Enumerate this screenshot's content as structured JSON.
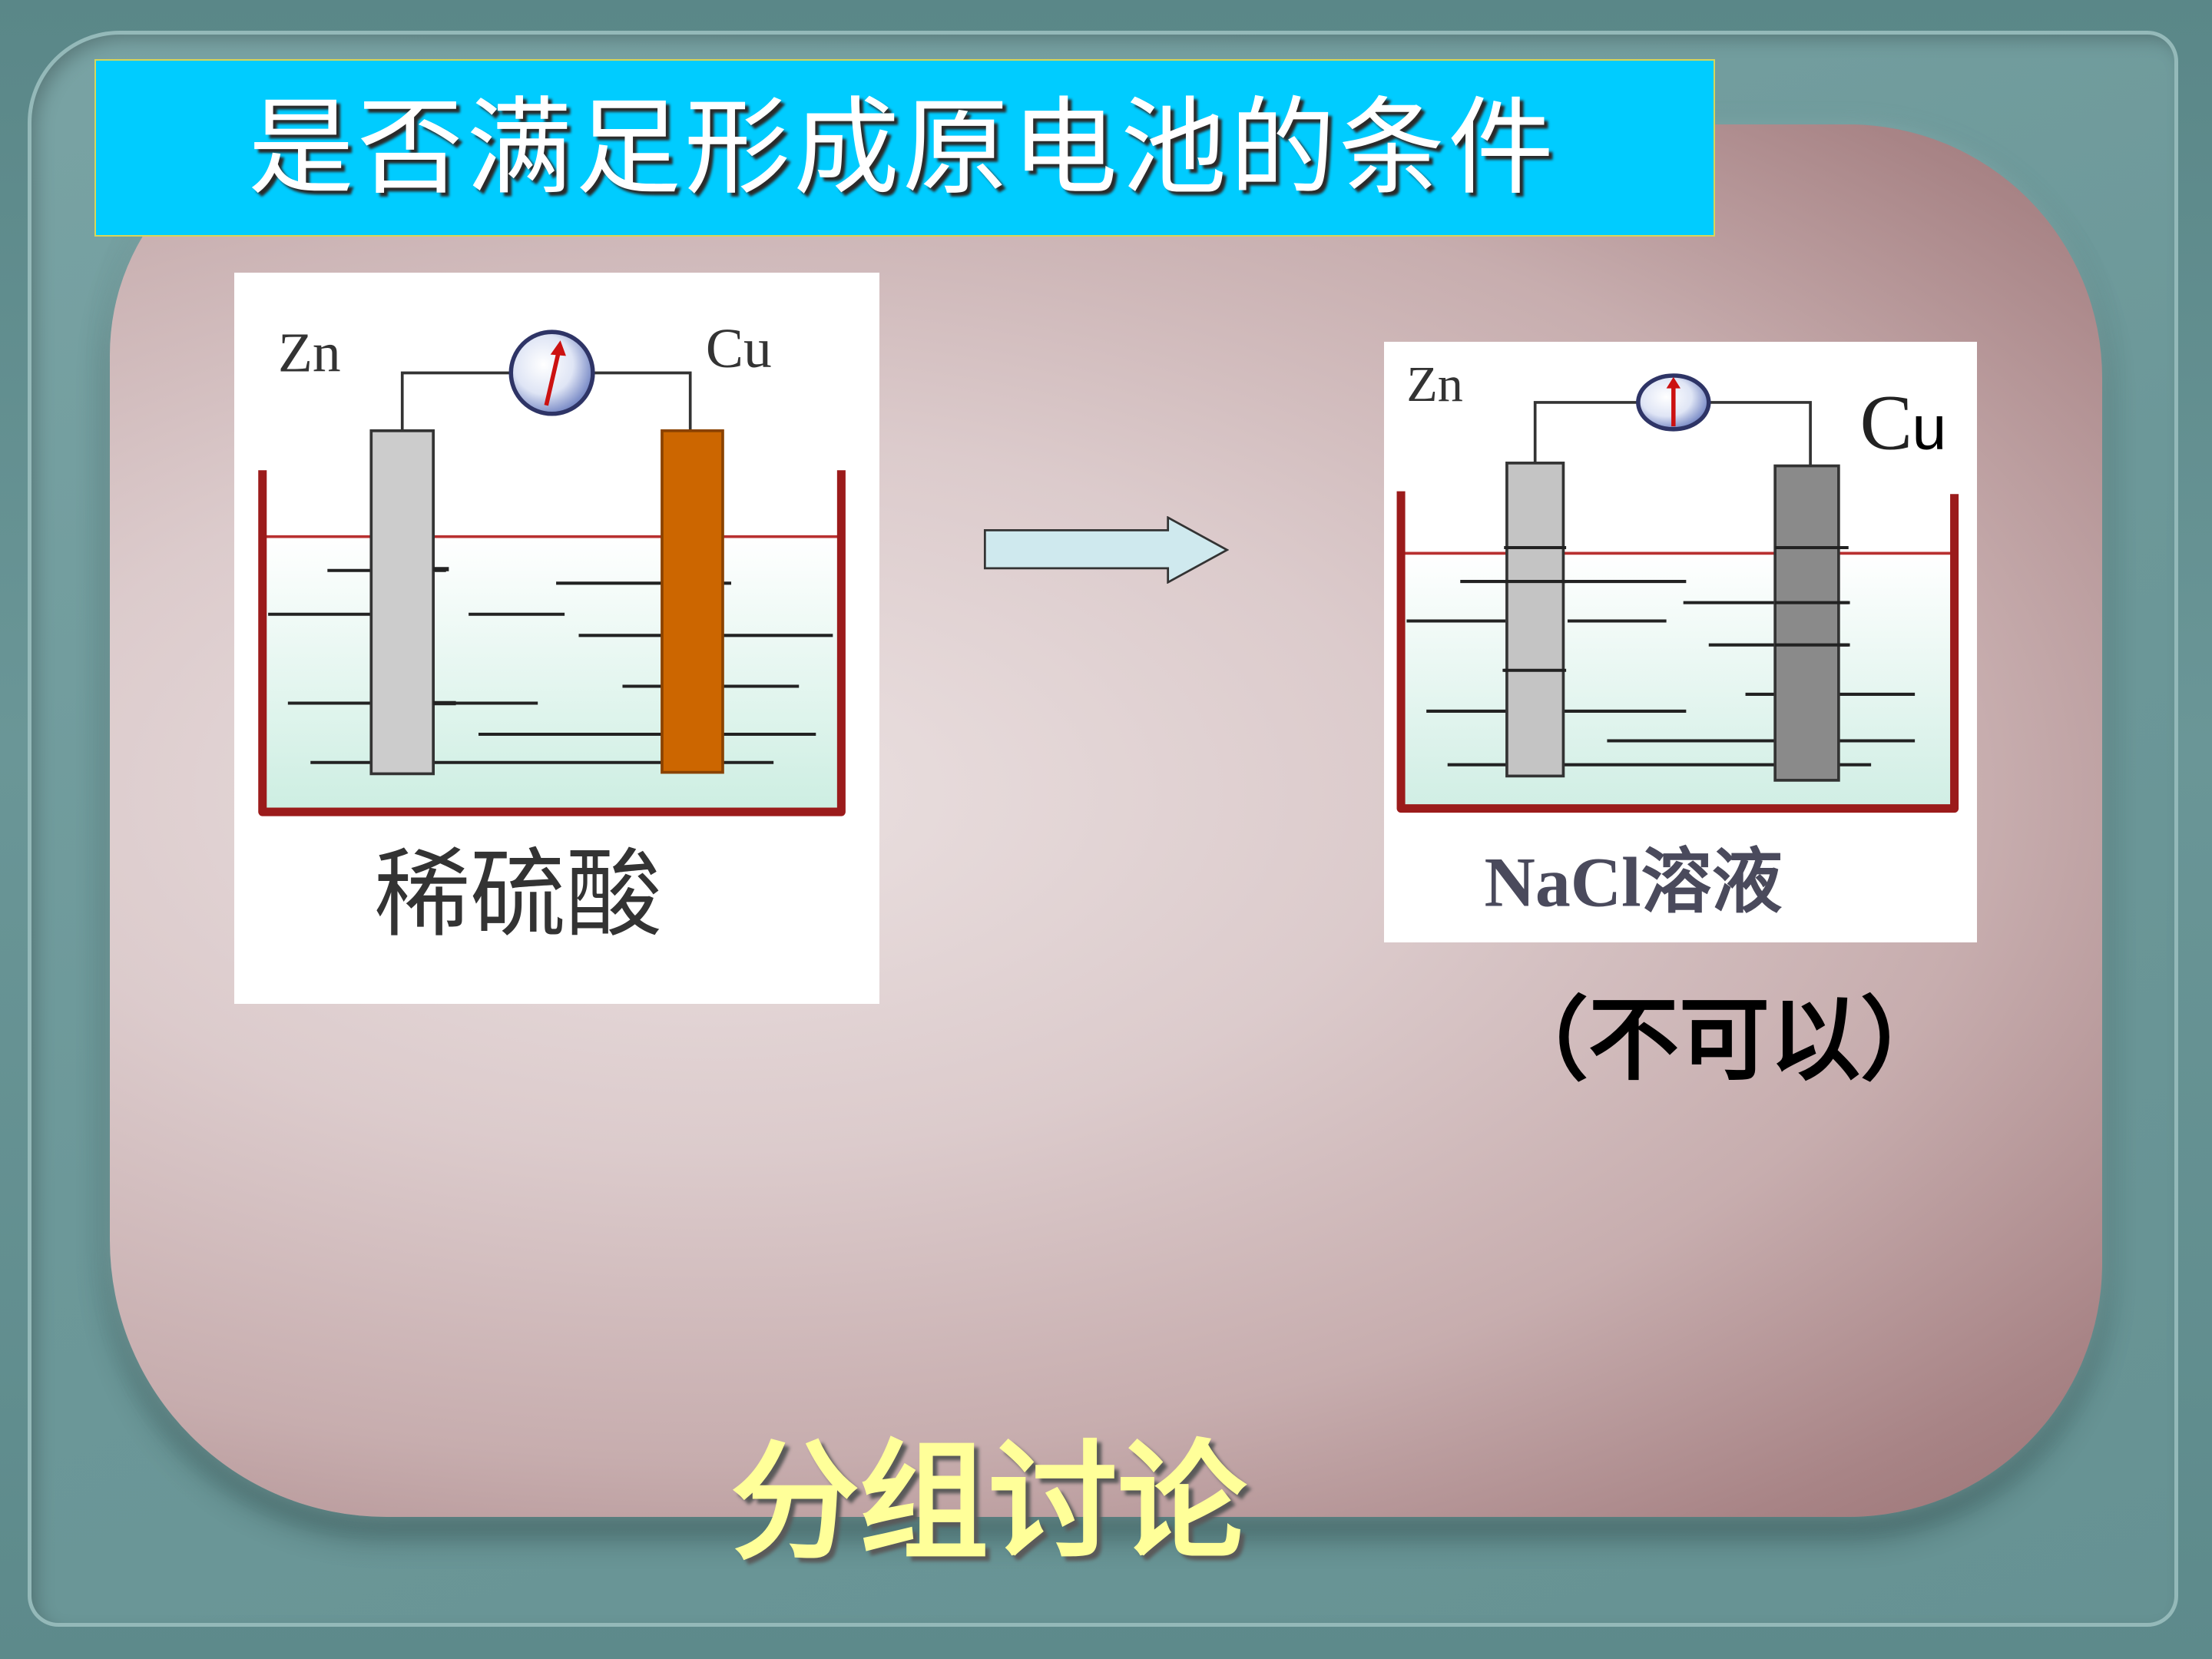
{
  "slide": {
    "title": "是否满足形成原电池的条件",
    "answer": "（不可以）",
    "discussion": "分组讨论"
  },
  "left_cell": {
    "anode_label": "Zn",
    "cathode_label": "Cu",
    "solution_label": "稀硫酸"
  },
  "right_cell": {
    "anode_label": "Zn",
    "cathode_label_c": "C",
    "cathode_label_u": "u",
    "solution_label": "NaCl溶液"
  },
  "icons": {
    "galvanometer": "galvanometer-icon",
    "arrow": "arrow-right-icon"
  },
  "colors": {
    "title_bar": "#00ccff",
    "title_text": "#ffffff",
    "discussion_text": "#ffff99",
    "copper_electrode": "#cc6600",
    "zinc_electrode": "#cccccc",
    "beaker": "#9b1b1b",
    "frame": "#6a9697"
  }
}
